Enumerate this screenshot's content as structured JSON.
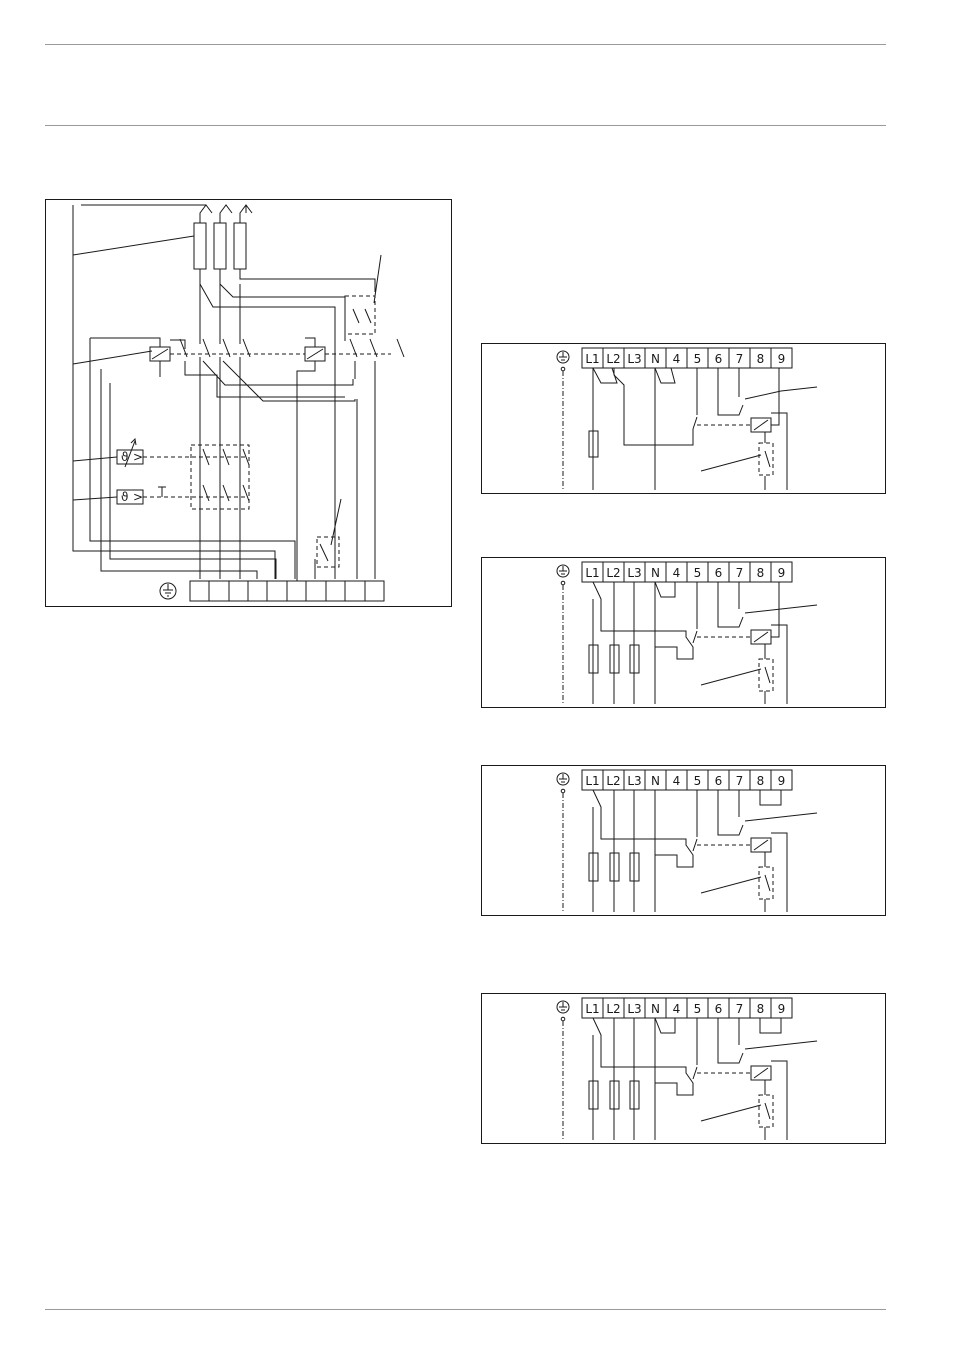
{
  "terminals": [
    "L1",
    "L2",
    "L3",
    "N",
    "4",
    "5",
    "6",
    "7",
    "8",
    "9"
  ],
  "diagrams": [
    {
      "phases": 1
    },
    {
      "phases": 3
    },
    {
      "phases": 3
    },
    {
      "phases": 3
    }
  ]
}
